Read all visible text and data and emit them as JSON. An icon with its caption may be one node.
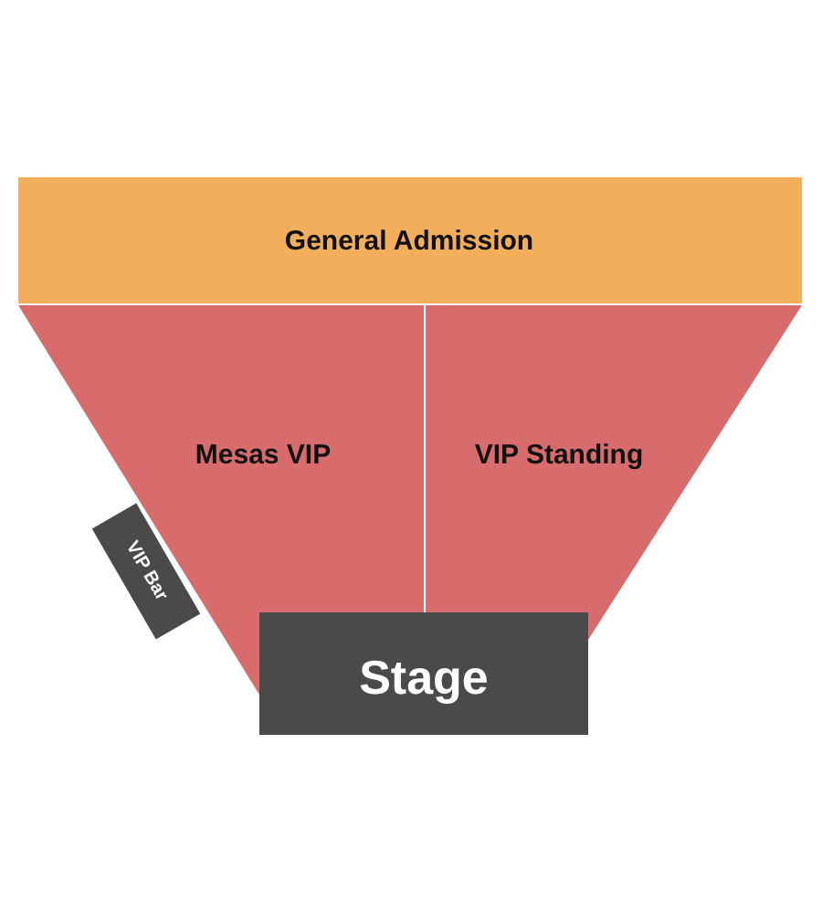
{
  "diagram": {
    "nodes": [
      {
        "text": [
          "General Admission"
        ]
      },
      {
        "text": [
          "Mesas VIP"
        ]
      },
      {
        "text": [
          "VIP Standing"
        ]
      },
      {
        "text": [
          "VIP Bar"
        ]
      },
      {
        "text": [
          "Stage"
        ]
      }
    ]
  }
}
